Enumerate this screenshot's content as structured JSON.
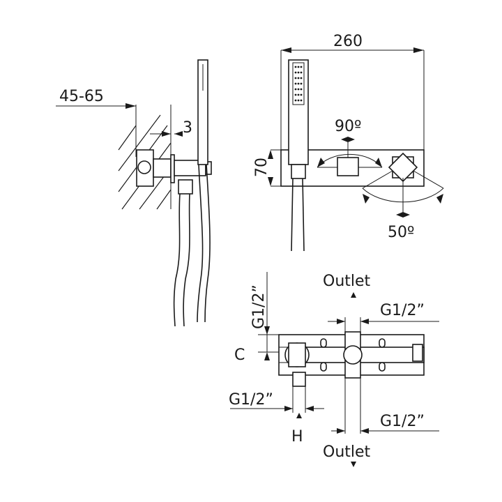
{
  "side_view": {
    "wall_depth_label": "45-65",
    "gap_label": "3"
  },
  "front_view": {
    "width_label": "260",
    "height_label": "70",
    "rotation_upper_label": "90º",
    "rotation_lower_label": "50º"
  },
  "plan_view": {
    "outlet_top_label": "Outlet",
    "outlet_bottom_label": "Outlet",
    "thread_left_top_label": "G1/2”",
    "thread_right_top_label": "G1/2”",
    "thread_left_bottom_label": "G1/2”",
    "thread_right_bottom_label": "G1/2”",
    "cold_label": "C",
    "hot_label": "H"
  }
}
